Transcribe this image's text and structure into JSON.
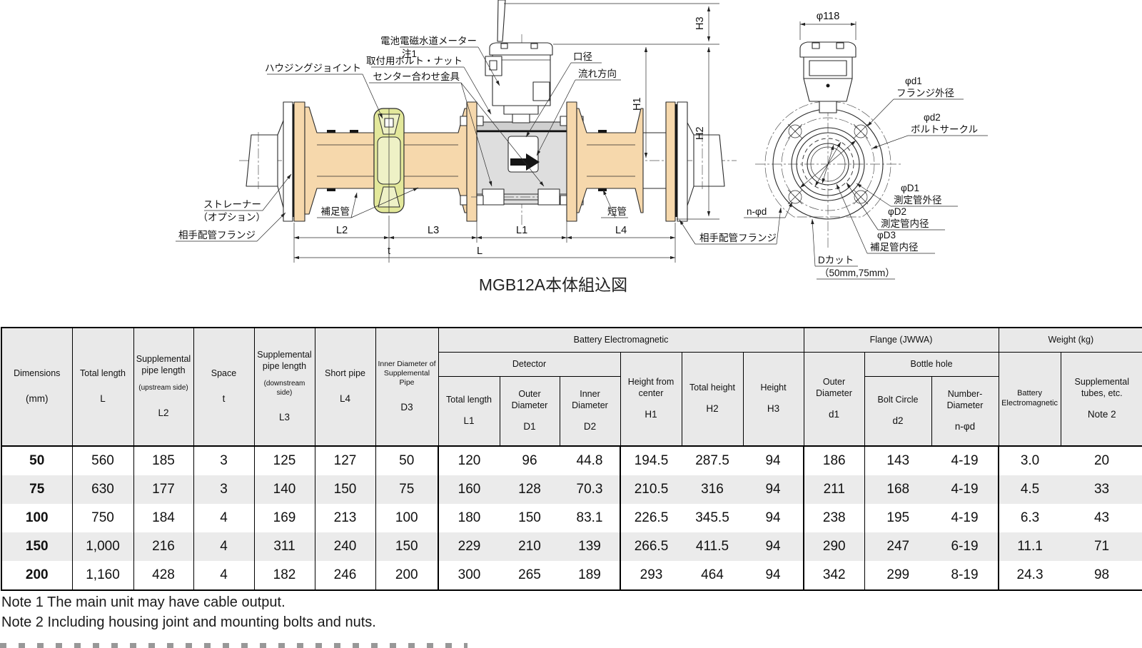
{
  "drawing": {
    "title": "MGB12A本体組込図",
    "labels": {
      "meter": "電池電磁水道メーター",
      "meter_note": "注1",
      "mount_bolts": "取付用ボルト・ナット",
      "center_fitting": "センター合わせ金具",
      "housing_joint": "ハウジングジョイント",
      "bore": "口径",
      "flow_direction": "流れ方向",
      "strainer": "ストレーナー",
      "strainer_option": "（オプション）",
      "mating_flange_left": "相手配管フランジ",
      "supplemental_pipe": "補足管",
      "short_pipe": "短管",
      "mating_flange_right": "相手配管フランジ",
      "phi118": "φ118",
      "d1_sym": "φd1",
      "d1_name": "フランジ外径",
      "d2_sym": "φd2",
      "d2_name": "ボルトサークル",
      "D1_sym": "φD1",
      "D1_name": "測定管外径",
      "D2_sym": "φD2",
      "D2_name": "測定管内径",
      "D3_sym": "φD3",
      "D3_name": "補足管内径",
      "n_phid": "n-φd",
      "d_cut": "Dカット",
      "d_cut_size": "（50mm,75mm）"
    },
    "dims": {
      "L1": "L1",
      "L2": "L2",
      "L3": "L3",
      "L4": "L4",
      "t": "t",
      "L": "L",
      "H1": "H1",
      "H2": "H2",
      "H3": "H3"
    }
  },
  "table": {
    "left_cols": [
      {
        "name": "Dimensions",
        "sym": "(mm)"
      },
      {
        "name": "Total length",
        "sym": "L"
      },
      {
        "name": "Supplemental pipe length",
        "note": "(upstream side)",
        "sym": "L2"
      },
      {
        "name": "Space",
        "sym": "t"
      },
      {
        "name": "Supplemental pipe length",
        "note": "(downstream side)",
        "sym": "L3"
      },
      {
        "name": "Short pipe",
        "sym": "L4"
      },
      {
        "name": "Inner Diameter of Supplemental Pipe",
        "sym": "D3"
      }
    ],
    "groups": {
      "battery": "Battery Electromagnetic",
      "detector": "Detector",
      "flange": "Flange (JWWA)",
      "bottle_hole": "Bottle hole",
      "weight": "Weight (kg)"
    },
    "cols": {
      "l1": {
        "name": "Total length",
        "sym": "L1"
      },
      "d1": {
        "name": "Outer Diameter",
        "sym": "D1"
      },
      "d2": {
        "name": "Inner Diameter",
        "sym": "D2"
      },
      "h1": {
        "name": "Height from center",
        "sym": "H1"
      },
      "h2": {
        "name": "Total height",
        "sym": "H2"
      },
      "h3": {
        "name": "Height",
        "sym": "H3"
      },
      "fd1": {
        "name": "Outer Diameter",
        "sym": "d1"
      },
      "fd2": {
        "name": "Bolt Circle",
        "sym": "d2"
      },
      "nphid": {
        "name": "Number-Diameter",
        "sym": "n-φd"
      },
      "w1": {
        "name": "Battery Electromagnetic"
      },
      "w2": {
        "name": "Supplemental tubes, etc.",
        "note": "Note 2"
      }
    },
    "rows": [
      [
        "50",
        "560",
        "185",
        "3",
        "125",
        "127",
        "50",
        "120",
        "96",
        "44.8",
        "194.5",
        "287.5",
        "94",
        "186",
        "143",
        "4-19",
        "3.0",
        "20"
      ],
      [
        "75",
        "630",
        "177",
        "3",
        "140",
        "150",
        "75",
        "160",
        "128",
        "70.3",
        "210.5",
        "316",
        "94",
        "211",
        "168",
        "4-19",
        "4.5",
        "33"
      ],
      [
        "100",
        "750",
        "184",
        "4",
        "169",
        "213",
        "100",
        "180",
        "150",
        "83.1",
        "226.5",
        "345.5",
        "94",
        "238",
        "195",
        "4-19",
        "6.3",
        "43"
      ],
      [
        "150",
        "1,000",
        "216",
        "4",
        "311",
        "240",
        "150",
        "229",
        "210",
        "139",
        "266.5",
        "411.5",
        "94",
        "290",
        "247",
        "6-19",
        "11.1",
        "71"
      ],
      [
        "200",
        "1,160",
        "428",
        "4",
        "182",
        "246",
        "200",
        "300",
        "265",
        "189",
        "293",
        "464",
        "94",
        "342",
        "299",
        "8-19",
        "24.3",
        "98"
      ]
    ]
  },
  "notes": {
    "note1": "Note 1 The main unit may have cable output.",
    "note2": "Note 2 Including housing joint and mounting bolts and nuts."
  }
}
